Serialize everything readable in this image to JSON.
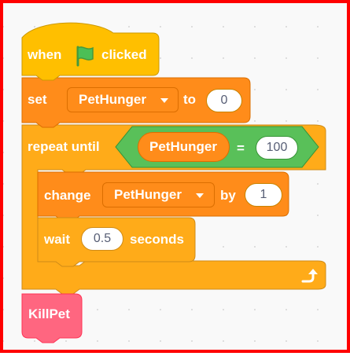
{
  "script": {
    "hat_block": {
      "word_when": "when",
      "flag_icon": "green-flag-icon",
      "word_clicked": "clicked"
    },
    "set_block": {
      "label": "set",
      "variable": "PetHunger",
      "word_to": "to",
      "value": "0"
    },
    "repeat_block": {
      "label": "repeat until",
      "condition": {
        "left": "PetHunger",
        "operator": "=",
        "right": "100"
      },
      "loop_icon": "loop-arrow-icon"
    },
    "change_block": {
      "label": "change",
      "variable": "PetHunger",
      "word_by": "by",
      "value": "1"
    },
    "wait_block": {
      "label": "wait",
      "value": "0.5",
      "unit": "seconds"
    },
    "custom_block": {
      "label": "KillPet"
    }
  },
  "colors": {
    "events": "#ffbf00",
    "variables": "#ff8c1a",
    "control": "#ffab19",
    "operators": "#59c059",
    "custom": "#ff6680",
    "border": "#ff0000"
  }
}
